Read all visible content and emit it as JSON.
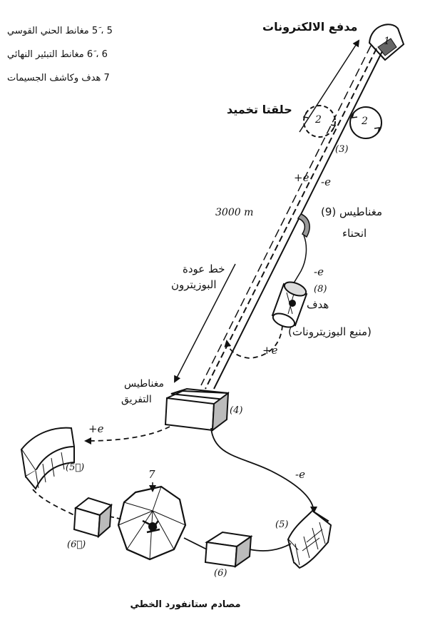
{
  "legend": [
    "5 ، 5َ مغانط الحني القوسي",
    "6 ، 6َ مغانط التبئير النهائي",
    "7 هدف وكاشف الجسيمات"
  ],
  "labels": {
    "electron_gun": "مدفع الالكترونات",
    "damping_rings": "حلقتا تخميد",
    "gun_number": "1",
    "ring1_number": "2",
    "ring2_number": "2",
    "linac_number": "(3)",
    "e_plus_top": "e+",
    "e_minus_top": "e-",
    "length": "3000 m",
    "bending_magnet_9a": "مغناطيس (9)",
    "bending_magnet_9b": "انحناء",
    "e_minus_target": "e-",
    "target_number": "(8)",
    "target_label": "هدف",
    "positron_source": "(منبع البوزيترونات)",
    "positron_return_a": "خط عودة",
    "positron_return_b": "البوزيترون",
    "e_plus_return": "e+",
    "separation_a": "مغناطيس",
    "separation_b": "التفريق",
    "separation_number": "(4)",
    "e_plus_left": "e+",
    "arc_left_number": "(5ِ)",
    "e_minus_right": "e-",
    "arc_right_number": "(5)",
    "detector_number": "7",
    "focus_left_number": "(6ِ)",
    "focus_right_number": "(6)"
  },
  "caption": "مصادم ستانفورد الخطي"
}
